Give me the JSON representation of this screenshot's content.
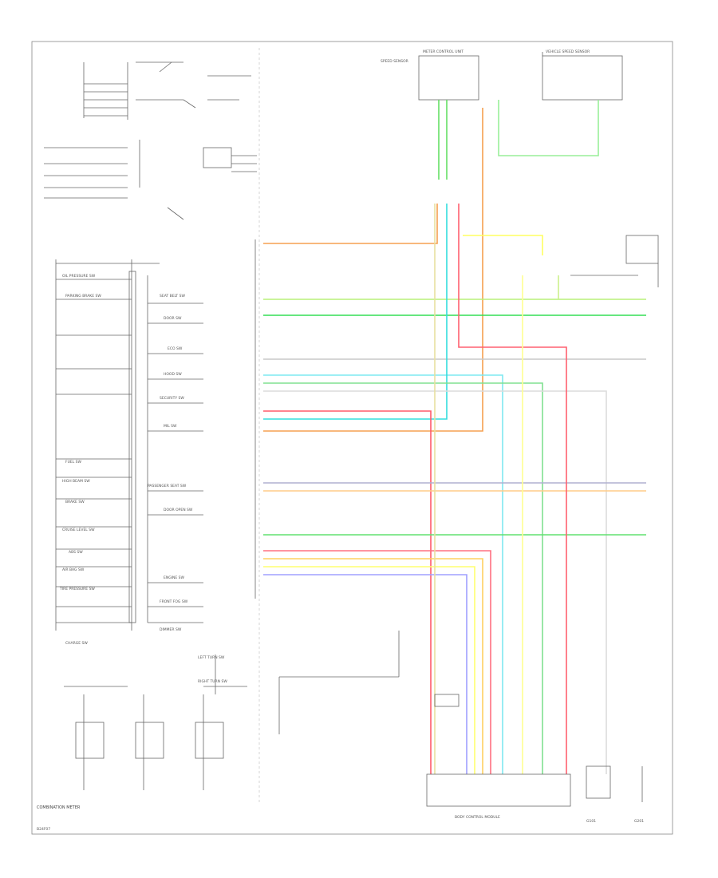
{
  "diagram": {
    "cluster_label": "COMBINATION METER",
    "footer_code": "B24F07",
    "sections": {
      "meter_module": "METER CONTROL UNIT",
      "sensor_top_left": "SPEED SENSOR",
      "sensor_top_right": "VEHICLE SPEED SENSOR",
      "module_bottom": "BODY CONTROL MODULE",
      "ground_bottom_left": "G101",
      "ground_bottom_right": "G201"
    },
    "indicators": [
      "OIL PRESSURE SW",
      "PARKING BRAKE SW",
      "FUEL SW",
      "HIGH BEAM SW",
      "BRAKE SW",
      "CRUISE LEVEL SW",
      "ABS SW",
      "AIR BAG SW",
      "TIRE PRESSURE SW",
      "CHARGE SW"
    ],
    "right_indicators": [
      "SEAT BELT SW",
      "DOOR SW",
      "ECO SW",
      "HOOD SW",
      "SECURITY SW",
      "MIL SW",
      "PASSENGER SEAT SW",
      "DOOR OPEN SW",
      "ENGINE SW",
      "FRONT FOG SW",
      "DIMMER SW",
      "LEFT TURN SW",
      "RIGHT TURN SW"
    ]
  }
}
